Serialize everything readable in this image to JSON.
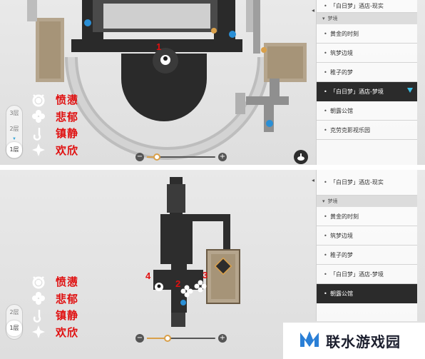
{
  "legend": [
    {
      "icon": "anger-mask-icon",
      "label": "愤懑"
    },
    {
      "icon": "clover-flower-icon",
      "label": "悲郁"
    },
    {
      "icon": "hook-icon",
      "label": "镇静"
    },
    {
      "icon": "star-burst-icon",
      "label": "欢欣"
    }
  ],
  "top_panel": {
    "floors": [
      "3层",
      "2层",
      "1层"
    ],
    "active_floor": "1层",
    "zoom_level": 0.15,
    "markers": [
      "1"
    ],
    "list": {
      "item_first": "「白日梦」酒店-现实",
      "section": "梦境",
      "items": [
        "黄金的时刻",
        "筑梦边境",
        "稚子的梦",
        "「白日梦」酒店-梦境",
        "朝露公馆",
        "克劳克影视乐园"
      ],
      "selected": "「白日梦」酒店-梦境"
    }
  },
  "bottom_panel": {
    "floors": [
      "2层",
      "1层"
    ],
    "active_floor": "1层",
    "zoom_level": 0.3,
    "markers": [
      "2",
      "3",
      "4"
    ],
    "list": {
      "item_first": "「白日梦」酒店-现实",
      "section": "梦境",
      "items": [
        "黄金的时刻",
        "筑梦边境",
        "稚子的梦",
        "「白日梦」酒店-梦境",
        "朝露公馆"
      ],
      "selected": "朝露公馆"
    }
  },
  "watermark": {
    "text": "联水游戏园"
  },
  "colors": {
    "accent_red": "#e01010",
    "selected_bg": "#2b2b2b",
    "zoom_accent": "#d9a04a",
    "arrow_cyan": "#3bc0e8"
  }
}
